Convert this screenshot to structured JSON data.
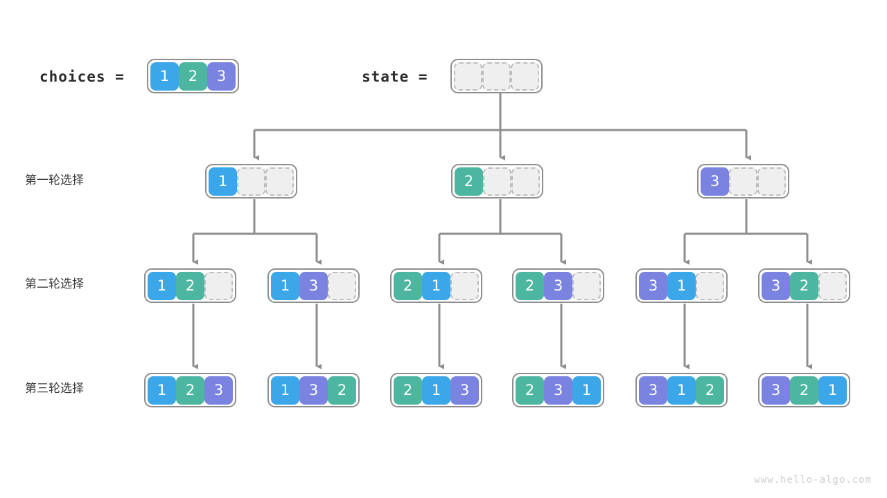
{
  "diagram": {
    "title_note": "permutation backtracking tree",
    "watermark": "www.hello-algo.com",
    "colors": {
      "value_1": "#3ba7e8",
      "value_2": "#4cb6a0",
      "value_3": "#7b83e0",
      "empty_cell_fill": "#efefef",
      "empty_cell_border": "#bdbdbd",
      "node_border": "#8e8e8e",
      "connector": "#8e8e8e",
      "text": "#2b2b2b",
      "watermark": "#cfcfcf"
    }
  },
  "header": {
    "choices_label": "choices =",
    "choices_cells": [
      "1",
      "2",
      "3"
    ],
    "state_label": "state =",
    "state_cells": [
      "",
      "",
      ""
    ]
  },
  "row_captions": [
    "第一轮选择",
    "第二轮选择",
    "第三轮选择"
  ],
  "rows": {
    "round1": [
      {
        "cells": [
          "1",
          "",
          ""
        ]
      },
      {
        "cells": [
          "2",
          "",
          ""
        ]
      },
      {
        "cells": [
          "3",
          "",
          ""
        ]
      }
    ],
    "round2": [
      {
        "cells": [
          "1",
          "2",
          ""
        ]
      },
      {
        "cells": [
          "1",
          "3",
          ""
        ]
      },
      {
        "cells": [
          "2",
          "1",
          ""
        ]
      },
      {
        "cells": [
          "2",
          "3",
          ""
        ]
      },
      {
        "cells": [
          "3",
          "1",
          ""
        ]
      },
      {
        "cells": [
          "3",
          "2",
          ""
        ]
      }
    ],
    "round3": [
      {
        "cells": [
          "1",
          "2",
          "3"
        ]
      },
      {
        "cells": [
          "1",
          "3",
          "2"
        ]
      },
      {
        "cells": [
          "2",
          "1",
          "3"
        ]
      },
      {
        "cells": [
          "2",
          "3",
          "1"
        ]
      },
      {
        "cells": [
          "3",
          "1",
          "2"
        ]
      },
      {
        "cells": [
          "3",
          "2",
          "1"
        ]
      }
    ]
  }
}
